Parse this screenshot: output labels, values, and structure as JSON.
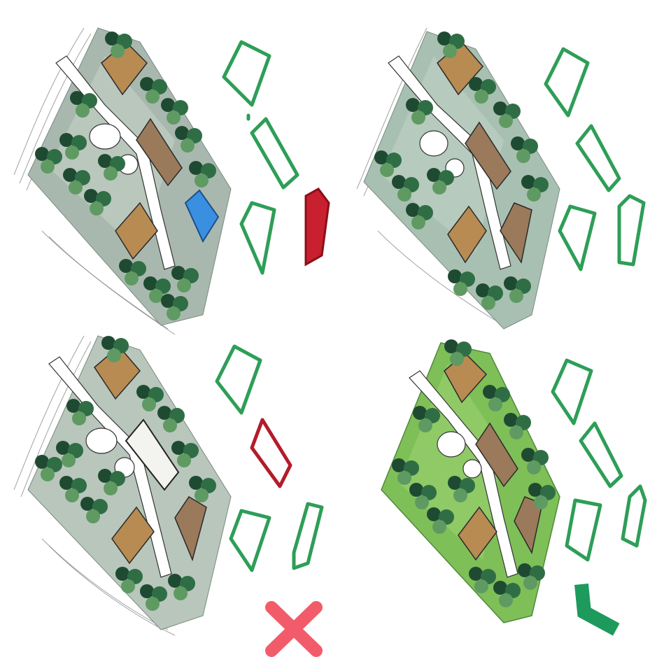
{
  "scene": {
    "panels": [
      {
        "id": "top-left",
        "ground": "#a9b8ae",
        "pool": true,
        "mark": "none"
      },
      {
        "id": "top-right",
        "ground": "#a8c0b2",
        "pool": false,
        "mark": "none"
      },
      {
        "id": "bottom-left",
        "ground": "#b8c6bc",
        "pool": false,
        "mark": "cross"
      },
      {
        "id": "bottom-right",
        "ground": "#7fbf57",
        "pool": false,
        "mark": "check"
      }
    ],
    "colors": {
      "outline_green": "#2e9e57",
      "outline_red": "#b31c2a",
      "pool_blue": "#3b8fe0",
      "cross_red": "#f25c6a",
      "check_green": "#1d9a5c"
    },
    "icons": [
      "cross-icon",
      "check-icon"
    ]
  }
}
